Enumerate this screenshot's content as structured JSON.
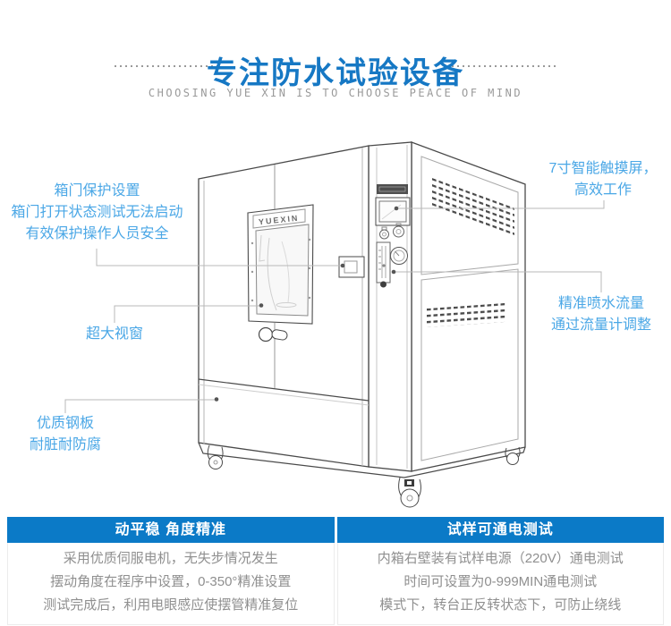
{
  "header": {
    "title": "专注防水试验设备",
    "subtitle": "CHOOSING YUE XIN IS TO CHOOSE PEACE OF MIND"
  },
  "machine": {
    "brand": "YUEXIN",
    "description": "waterproof-test-chamber-line-drawing"
  },
  "callouts": {
    "door_protection": {
      "line1": "箱门保护设置",
      "line2": "箱门打开状态测试无法启动",
      "line3": "有效保护操作人员安全"
    },
    "large_window": {
      "label": "超大视窗"
    },
    "steel_plate": {
      "line1": "优质钢板",
      "line2": "耐脏耐防腐"
    },
    "touchscreen": {
      "line1": "7寸智能触摸屏，",
      "line2": "高效工作"
    },
    "flow": {
      "line1": "精准喷水流量",
      "line2": "通过流量计调整"
    }
  },
  "features": [
    {
      "title": "动平稳 角度精准",
      "lines": [
        "采用优质伺服电机，无失步情况发生",
        "摆动角度在程序中设置，0-350°精准设置",
        "测试完成后，利用电眼感应使摆管精准复位"
      ]
    },
    {
      "title": "试样可通电测试",
      "lines": [
        "内箱右壁装有试样电源（220V）通电测试",
        "时间可设置为0-999MIN通电测试",
        "模式下，转台正反转状态下，可防止绕线"
      ]
    }
  ],
  "colors": {
    "title_blue": "#1678c4",
    "callout_blue": "#4aa7e6",
    "feature_header_bg": "#0b7ac7",
    "feature_body_gray": "#8f8f8f",
    "divider_dot_gray": "#9a9a9a"
  }
}
